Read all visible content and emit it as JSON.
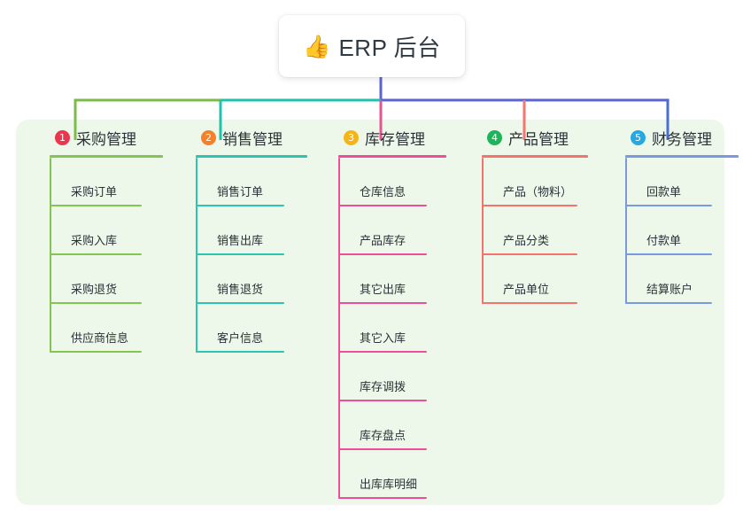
{
  "root": {
    "icon": "thumbs-up-icon",
    "emoji": "👍",
    "label": "ERP 后台"
  },
  "palette": {
    "panel_bg": "#eef8ea",
    "page_bg": "#ffffff",
    "text": "#2b3137",
    "bus_green": "#7cbb4a",
    "bus_teal": "#1fc2ac",
    "bus_blue": "#5b63d3",
    "drop_pink": "#e8538f",
    "drop_red": "#f4766f",
    "drop_blue": "#4a6fd4"
  },
  "columns": [
    {
      "index": "1",
      "badge_label": "1",
      "badge_color": "#e8384f",
      "title": "采购管理",
      "line_color": "#84c453",
      "items": [
        {
          "label": "采购订单"
        },
        {
          "label": "采购入库"
        },
        {
          "label": "采购退货"
        },
        {
          "label": "供应商信息"
        }
      ]
    },
    {
      "index": "2",
      "badge_label": "2",
      "badge_color": "#f4802a",
      "title": "销售管理",
      "line_color": "#2ec4b0",
      "items": [
        {
          "label": "销售订单"
        },
        {
          "label": "销售出库"
        },
        {
          "label": "销售退货"
        },
        {
          "label": "客户信息"
        }
      ]
    },
    {
      "index": "3",
      "badge_label": "3",
      "badge_color": "#f5b519",
      "title": "库存管理",
      "line_color": "#ec4e9c",
      "items": [
        {
          "label": "仓库信息"
        },
        {
          "label": "产品库存"
        },
        {
          "label": "其它出库"
        },
        {
          "label": "其它入库"
        },
        {
          "label": "库存调拨"
        },
        {
          "label": "库存盘点"
        },
        {
          "label": "出库库明细"
        }
      ]
    },
    {
      "index": "4",
      "badge_label": "4",
      "badge_color": "#21b35a",
      "title": "产品管理",
      "line_color": "#f4736d",
      "items": [
        {
          "label": "产品（物料）"
        },
        {
          "label": "产品分类"
        },
        {
          "label": "产品单位"
        }
      ]
    },
    {
      "index": "5",
      "badge_label": "5",
      "badge_color": "#28a8e0",
      "title": "财务管理",
      "line_color": "#7a9ae0",
      "items": [
        {
          "label": "回款单"
        },
        {
          "label": "付款单"
        },
        {
          "label": "结算账户"
        }
      ]
    }
  ]
}
